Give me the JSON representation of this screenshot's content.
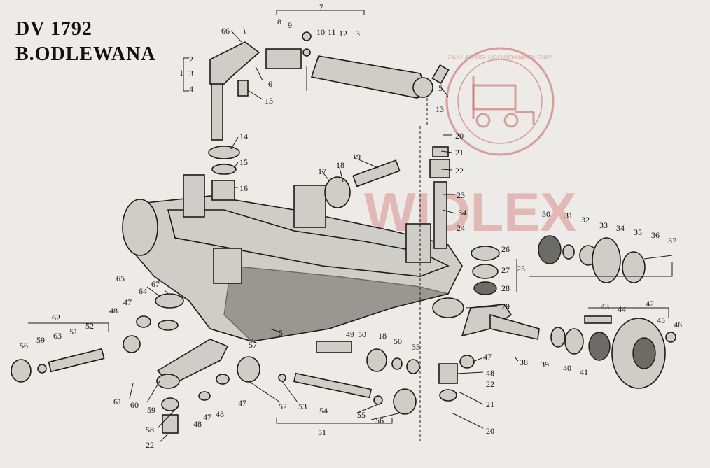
{
  "title": {
    "line1": "DV 1792",
    "line2": "B.ODLEWANA"
  },
  "watermark": {
    "brand": "WIDLEX",
    "stamp_text": "ZAKŁAD USŁUGOWO-HANDLOWY",
    "colors": {
      "brand": "#d9908a",
      "stamp": "#c96a64"
    }
  },
  "callouts": [
    "1",
    "2",
    "3",
    "4",
    "5",
    "6",
    "7",
    "8",
    "9",
    "10",
    "11",
    "12",
    "13",
    "14",
    "15",
    "16",
    "17",
    "18",
    "19",
    "20",
    "21",
    "22",
    "23",
    "24",
    "25",
    "26",
    "27",
    "28",
    "29",
    "30",
    "31",
    "32",
    "33",
    "34",
    "35",
    "36",
    "37",
    "38",
    "39",
    "40",
    "41",
    "42",
    "43",
    "44",
    "45",
    "46",
    "47",
    "48",
    "49",
    "50",
    "51",
    "52",
    "53",
    "54",
    "55",
    "56",
    "57",
    "58",
    "59",
    "60",
    "61",
    "62",
    "63",
    "64",
    "65",
    "66",
    "67"
  ]
}
